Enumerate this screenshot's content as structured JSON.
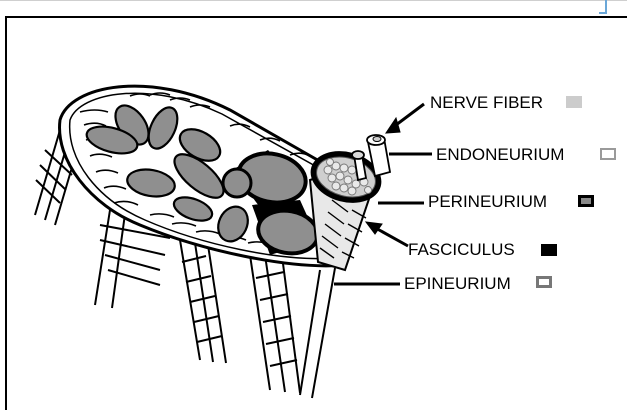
{
  "labels": {
    "nerve_fiber": "NERVE FIBER",
    "endoneurium": "ENDONEURIUM",
    "perineurium": "PERINEURIUM",
    "fasciculus": "FASCICULUS",
    "epineurium": "EPINEURIUM"
  },
  "swatches": {
    "nerve_fiber": {
      "fill": "#cccccc",
      "border": "#cccccc"
    },
    "endoneurium": {
      "fill": "#ffffff",
      "border": "#9a9a9a"
    },
    "perineurium": {
      "fill": "#8a8a8a",
      "border": "#000000"
    },
    "fasciculus": {
      "fill": "#000000",
      "border": "#000000"
    },
    "epineurium": {
      "fill": "#ffffff",
      "border": "#777777"
    }
  }
}
